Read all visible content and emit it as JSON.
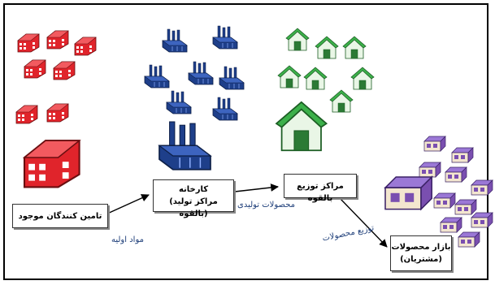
{
  "nodes": {
    "suppliers": {
      "line1": "تامین کنندگان موجود"
    },
    "factory": {
      "line1": "کارخانه",
      "line2": "(مراکز تولید بالقوه)"
    },
    "distribution": {
      "line1": "مراکز توزیع بالقوه"
    },
    "market": {
      "line1": "بازار محصولات",
      "line2": "(مشتریان)"
    }
  },
  "flows": {
    "raw_materials": "مواد اولیه",
    "products": "محصولات تولیدی",
    "product_distribution": "توزیع محصولات"
  },
  "colors": {
    "supplier_red": "#e0242b",
    "factory_blue": "#1e3f8a",
    "warehouse_green": "#3cb04a",
    "market_purple": "#7a4fb0",
    "label_blue": "#1f3f7a"
  }
}
